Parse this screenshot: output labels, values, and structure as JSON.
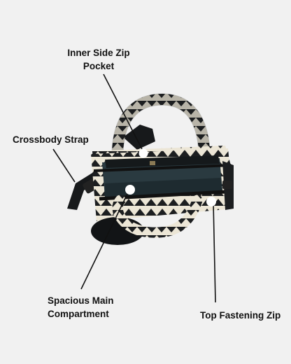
{
  "callouts": {
    "inner_side_zip_pocket": "Inner  Side Zip\nPocket",
    "crossbody_strap": "Crossbody Strap",
    "spacious_main_compartment": "Spacious Main\nCompartment",
    "top_fastening_zip": "Top Fastening Zip"
  },
  "colors": {
    "background": "#f1f1f1",
    "bag_black": "#1c1e20",
    "pattern_cream": "#ece6d6",
    "lining": "#2a3a40",
    "marker": "#ffffff",
    "leader_line": "#111111"
  }
}
